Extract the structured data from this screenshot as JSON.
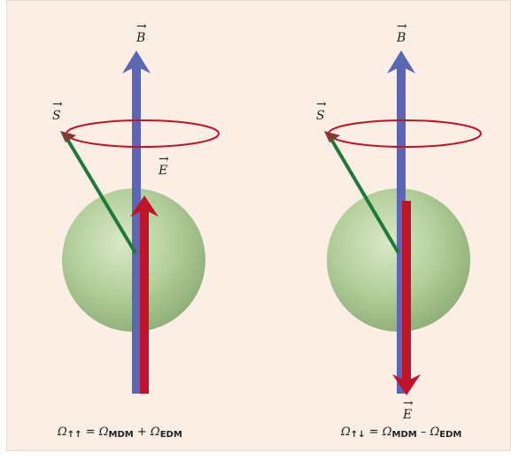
{
  "labels": {
    "b_field": "B",
    "e_field": "E",
    "spin": "S"
  },
  "formulas": {
    "left": {
      "lhs": "Ω",
      "lhs_sub": "↑↑",
      "eq": "=",
      "term1": "Ω",
      "term1_sub": "MDM",
      "op": "+",
      "term2": "Ω",
      "term2_sub": "EDM"
    },
    "right": {
      "lhs": "Ω",
      "lhs_sub": "↑↓",
      "eq": "=",
      "term1": "Ω",
      "term1_sub": "MDM",
      "op": "–",
      "term2": "Ω",
      "term2_sub": "EDM"
    }
  },
  "colors": {
    "background": "#fbeee4",
    "b_arrow": "#5b67b5",
    "e_arrow": "#c0132a",
    "spin_arrow": "#1f7a3a",
    "precession_ring": "#c0132a",
    "sphere": "#b8d4a0"
  }
}
